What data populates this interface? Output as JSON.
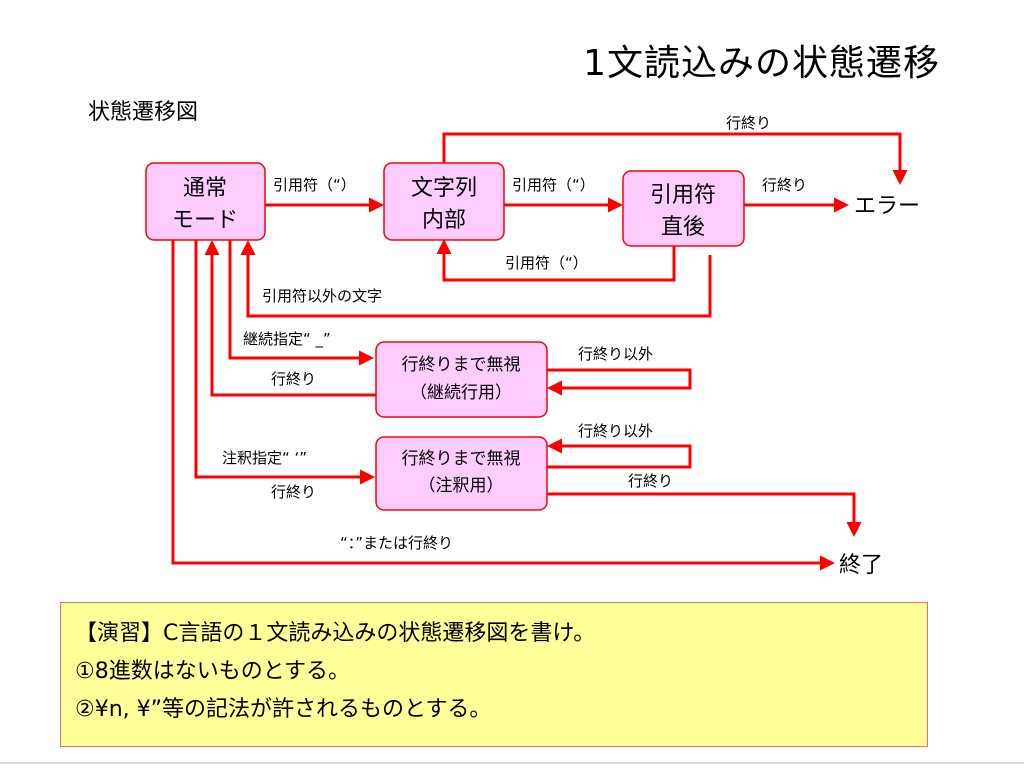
{
  "title": "1文読込みの状態遷移",
  "section_label": "状態遷移図",
  "states": {
    "normal": [
      "通常",
      "モード"
    ],
    "string": [
      "文字列",
      "内部"
    ],
    "after_quote": [
      "引用符",
      "直後"
    ],
    "skip_continue": [
      "行終りまで無視",
      "（継続行用）"
    ],
    "skip_comment": [
      "行終りまで無視",
      "（注釈用）"
    ]
  },
  "terminals": {
    "error": "エラー",
    "end": "終了"
  },
  "transitions": {
    "quote1": "引用符（“）",
    "quote2": "引用符（“）",
    "quote3": "引用符（“）",
    "eol_top": "行終り",
    "eol_after_quote": "行終り",
    "other_char": "引用符以外の文字",
    "continue_spec": "継続指定“ _”",
    "eol_continue_return": "行終り",
    "non_eol_continue": "行終り以外",
    "comment_spec": "注釈指定“ ‘”",
    "eol_comment_return": "行終り",
    "non_eol_comment": "行終り以外",
    "eol_comment_end": "行終り",
    "colon_or_eol": "“：”または行終り"
  },
  "exercise": {
    "line1": "【演習】C言語の１文読み込みの状態遷移図を書け。",
    "line2": "①8進数はないものとする。",
    "line3": "②¥n, ¥”等の記法が許されるものとする。"
  },
  "colors": {
    "arrow": "#ff0000",
    "state_fill": "#ffccff",
    "exercise_fill": "#ffff99"
  }
}
